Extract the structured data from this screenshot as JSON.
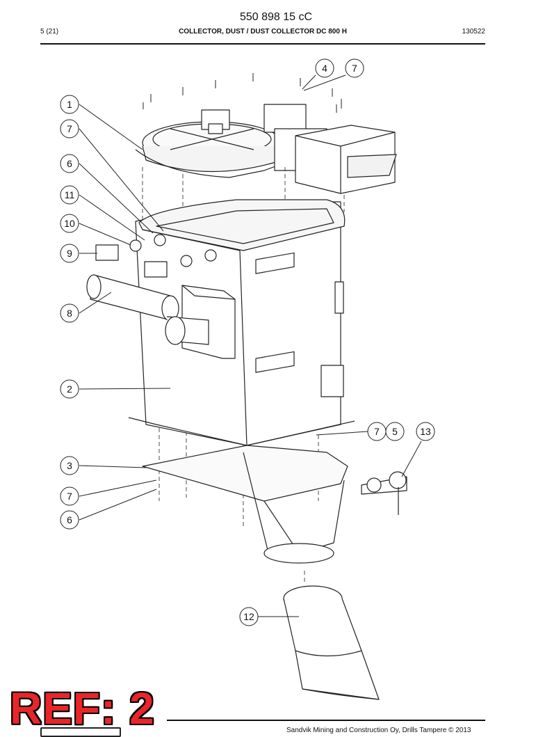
{
  "header": {
    "doc_number": "550 898 15 cC",
    "page_ref": "5 (21)",
    "section_title": "COLLECTOR, DUST / DUST COLLECTOR DC 800 H",
    "date_code": "130522"
  },
  "callouts": [
    {
      "id": "c1",
      "label": "1"
    },
    {
      "id": "c7a",
      "label": "7"
    },
    {
      "id": "c6a",
      "label": "6"
    },
    {
      "id": "c11",
      "label": "11"
    },
    {
      "id": "c10",
      "label": "10"
    },
    {
      "id": "c9",
      "label": "9"
    },
    {
      "id": "c8",
      "label": "8"
    },
    {
      "id": "c2",
      "label": "2"
    },
    {
      "id": "c3",
      "label": "3"
    },
    {
      "id": "c7c",
      "label": "7"
    },
    {
      "id": "c6b",
      "label": "6"
    },
    {
      "id": "c12",
      "label": "12"
    },
    {
      "id": "c4",
      "label": "4"
    },
    {
      "id": "c7b",
      "label": "7"
    },
    {
      "id": "c7d",
      "label": "7"
    },
    {
      "id": "c5",
      "label": "5"
    },
    {
      "id": "c13",
      "label": "13"
    }
  ],
  "stamp": {
    "text": "REF: 2",
    "color": "#e8262a"
  },
  "footer": {
    "text": "Sandvik Mining and Construction Oy, Drills Tampere © 2013"
  }
}
